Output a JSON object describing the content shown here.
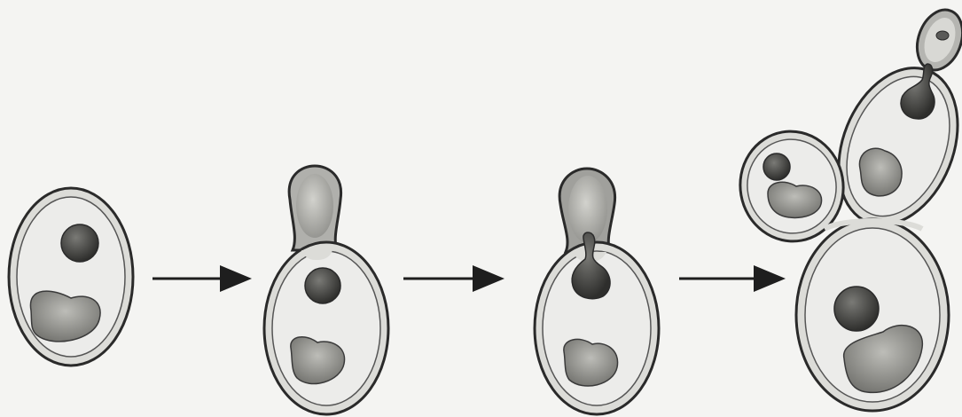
{
  "figure": {
    "stages": [
      {
        "id": "stage-1",
        "description": "yeast-cell"
      },
      {
        "id": "stage-2",
        "description": "yeast-cell-with-bud"
      },
      {
        "id": "stage-3",
        "description": "yeast-cell-nucleus-migrating-into-bud"
      },
      {
        "id": "stage-4",
        "description": "budding-colony-chain"
      }
    ],
    "arrows": 3,
    "colors": {
      "background": "#f4f4f2",
      "outline": "#2a2a2a",
      "cell_wall": "#dcdcd8",
      "cytoplasm": "#e9e9e6",
      "vacuole": "#8a8a86",
      "nucleus": "#3c3c3a",
      "bud_fill": "#a9a9a5"
    }
  }
}
